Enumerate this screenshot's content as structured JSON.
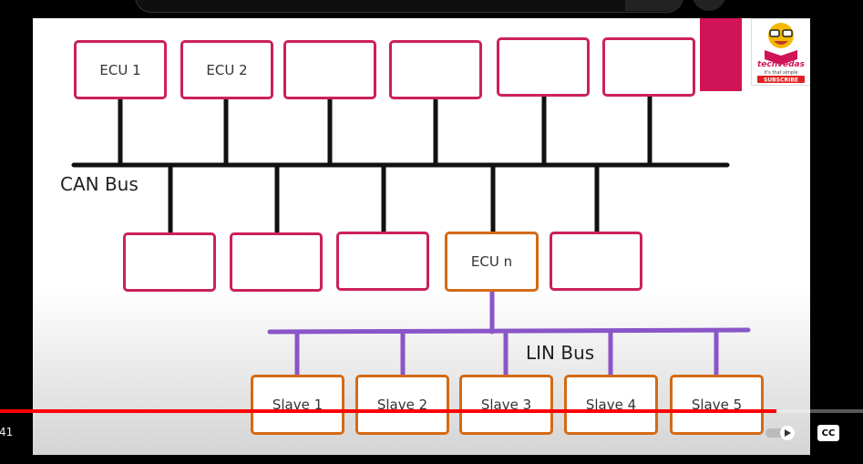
{
  "diagram": {
    "can_bus_label": "CAN Bus",
    "lin_bus_label": "LIN Bus",
    "top_ecus": [
      "ECU 1",
      "ECU 2",
      "",
      "",
      "",
      ""
    ],
    "bottom_ecus": [
      "",
      "",
      "",
      "ECU n",
      ""
    ],
    "slaves": [
      "Slave 1",
      "Slave 2",
      "Slave 3",
      "Slave 4",
      "Slave 5"
    ]
  },
  "logo": {
    "brand": "techvedas",
    "tagline": "it's that simple",
    "subscribe": "SUBSCRIBE"
  },
  "player": {
    "time": "41",
    "progress": 0.9,
    "cc_label": "CC"
  },
  "colors": {
    "ecu_border": "#cc1f5e",
    "ecu_n_border": "#d46a15",
    "slave_border": "#d46a15",
    "can_bus": "#111111",
    "lin_bus": "#8a55c8",
    "progress": "#ff0000"
  }
}
